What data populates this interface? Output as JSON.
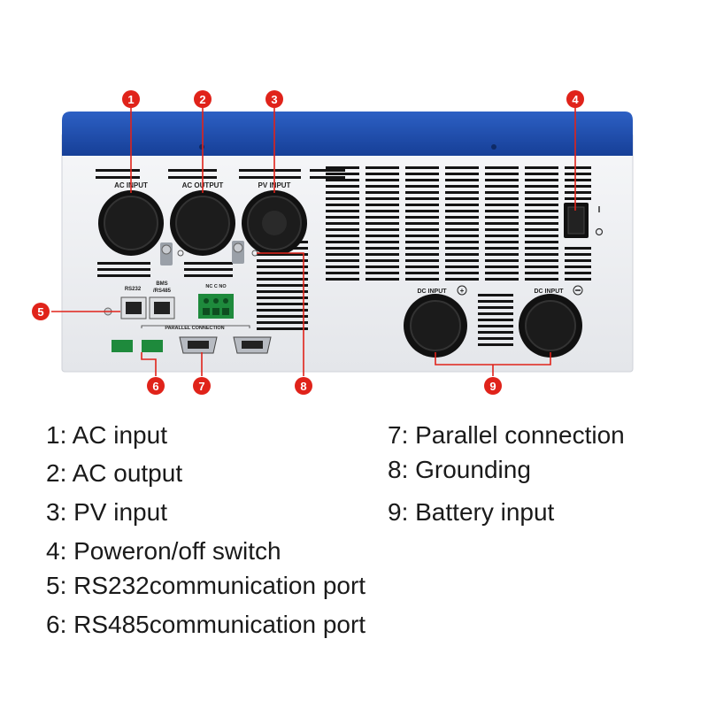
{
  "panel_labels": {
    "ac_input": "AC INPUT",
    "ac_output": "AC OUTPUT",
    "pv_input": "PV INPUT",
    "rs232": "RS232",
    "bms_line1": "BMS",
    "bms_line2": "/RS485",
    "relay": "NC  C  NO",
    "parallel": "PARALLEL CONNECTION",
    "dc_input_pos": "DC INPUT",
    "dc_input_neg": "DC INPUT"
  },
  "callouts": [
    "1",
    "2",
    "3",
    "4",
    "5",
    "6",
    "7",
    "8",
    "9"
  ],
  "legend": {
    "left": [
      "1: AC input",
      "2: AC output",
      "3: PV input",
      "4: Poweron/off switch",
      "5: RS232communication port",
      "6: RS485communication port"
    ],
    "right": [
      "7: Parallel connection",
      "8: Grounding",
      "9: Battery input"
    ]
  },
  "colors": {
    "top_cover": "#1f4fb0",
    "callout": "#e0231a",
    "body": "#f2f3f5",
    "connector_green": "#1e8a3c"
  }
}
